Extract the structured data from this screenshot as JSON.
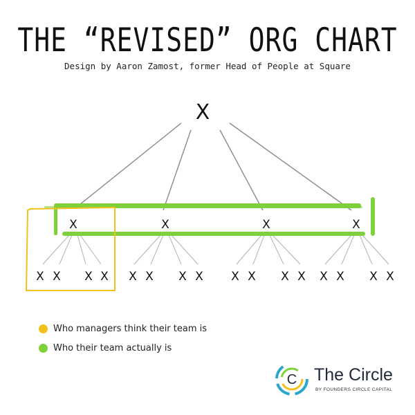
{
  "title": "THE “REVISED” ORG CHART",
  "subtitle": "Design by Aaron Zamost, former Head of People at Square",
  "node_mark": "X",
  "legend": {
    "manager_view": "Who managers think their team is",
    "actual_view": "Who their team actually is"
  },
  "brand": {
    "name": "The Circle",
    "tagline": "BY FOUNDERS CIRCLE CAPITAL"
  },
  "colors": {
    "manager_view": "#f2c11b",
    "actual_view": "#7ed13a",
    "lines": "#8a8a8a"
  }
}
